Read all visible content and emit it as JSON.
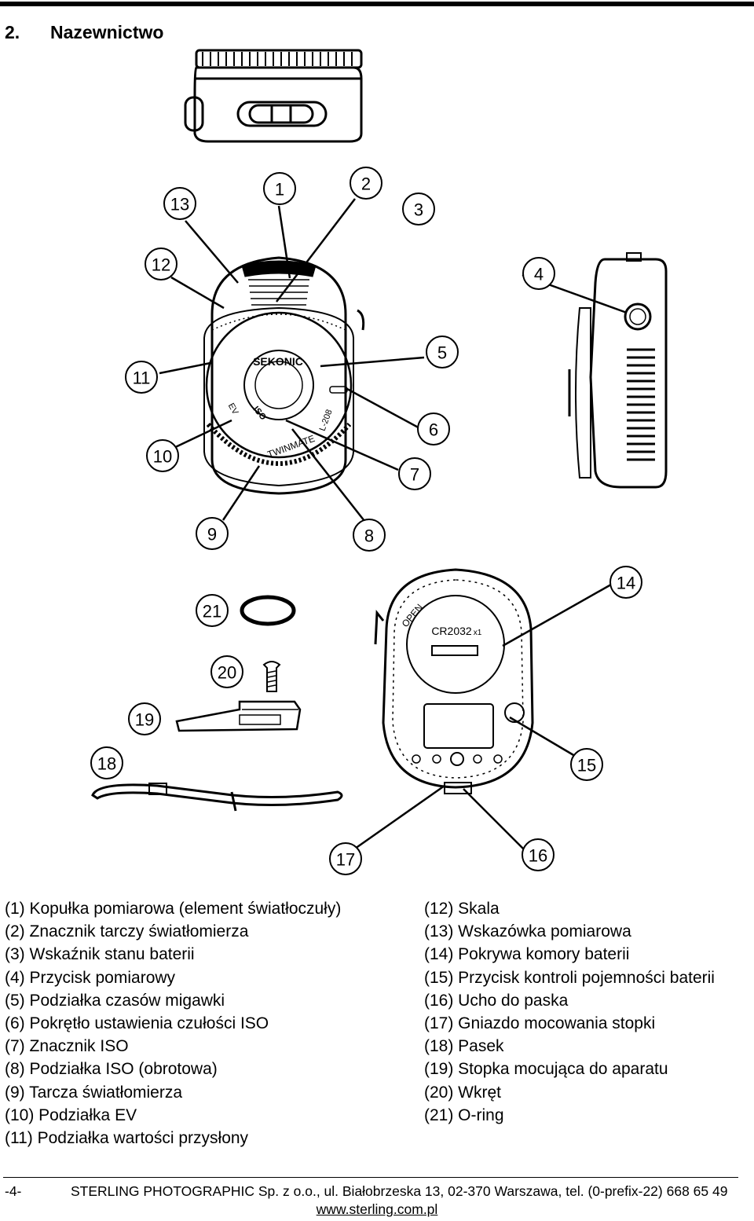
{
  "section": {
    "number": "2.",
    "title": "Nazewnictwo"
  },
  "figure": {
    "dial_labels": {
      "brand": "SEKONIC",
      "model": "TWINMATE",
      "model_code": "L-208",
      "iso": "ISO",
      "ev": "EV",
      "battery_type": "CR2032",
      "battery_count": "x1",
      "open": "OPEN"
    },
    "callouts": [
      "1",
      "2",
      "3",
      "4",
      "5",
      "6",
      "7",
      "8",
      "9",
      "10",
      "11",
      "12",
      "13",
      "14",
      "15",
      "16",
      "17",
      "18",
      "19",
      "20",
      "21"
    ]
  },
  "legend": {
    "left": [
      "(1) Kopułka pomiarowa (element światłoczuły)",
      "(2) Znacznik tarczy światłomierza",
      "(3) Wskaźnik stanu baterii",
      "(4) Przycisk pomiarowy",
      "(5) Podziałka czasów migawki",
      "(6) Pokrętło ustawienia czułości ISO",
      "(7) Znacznik ISO",
      "(8) Podziałka ISO (obrotowa)",
      "(9) Tarcza światłomierza",
      "(10) Podziałka EV",
      "(11) Podziałka wartości przysłony"
    ],
    "right": [
      "(12) Skala",
      "(13) Wskazówka pomiarowa",
      "(14) Pokrywa komory baterii",
      "(15) Przycisk kontroli pojemności baterii",
      "(16) Ucho do paska",
      "(17) Gniazdo mocowania stopki",
      "(18) Pasek",
      "(19) Stopka mocująca do aparatu",
      "(20) Wkręt",
      "(21) O-ring"
    ]
  },
  "footer": {
    "page": "-4-",
    "company": "STERLING PHOTOGRAPHIC Sp. z o.o., ul. Białobrzeska 13, 02-370 Warszawa, tel. (0-prefix-22) 668 65 49",
    "url": "www.sterling.com.pl"
  }
}
